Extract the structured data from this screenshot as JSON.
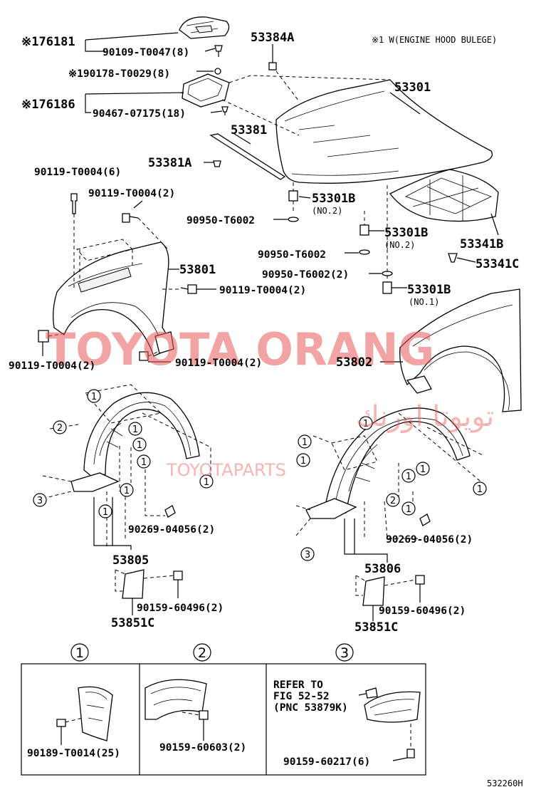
{
  "labels": {
    "p176181": "※176181",
    "p90109": "90109-T0047(8)",
    "p190178": "※190178-T0029(8)",
    "p176186": "※176186",
    "p90467": "90467-07175(18)",
    "p53384A": "53384A",
    "note1": "※1 W(ENGINE HOOD BULEGE)",
    "p53301": "53301",
    "p53381": "53381",
    "p53381A": "53381A",
    "p90119a": "90119-T0004(6)",
    "p90119b": "90119-T0004(2)",
    "p53301B_a": "53301B",
    "no2_a": "(NO.2)",
    "p90950a": "90950-T6002",
    "p53301B_b": "53301B",
    "no2_b": "(NO.2)",
    "p53341B": "53341B",
    "p90950b": "90950-T6002",
    "p53341C": "53341C",
    "p90950c": "90950-T6002(2)",
    "p53801": "53801",
    "p53301B_c": "53301B",
    "no1": "(NO.1)",
    "p90119c": "90119-T0004(2)",
    "p90119d": "90119-T0004(2)",
    "p90119e": "90119-T0004(2)",
    "p53802": "53802",
    "p90269a": "90269-04056(2)",
    "p53805": "53805",
    "p90269b": "90269-04056(2)",
    "p53806": "53806",
    "p90159a": "90159-60496(2)",
    "p53851Ca": "53851C",
    "p90159b": "90159-60496(2)",
    "p53851Cb": "53851C",
    "refer1": "REFER TO",
    "refer2": "FIG 52-52",
    "refer3": "(PNC 53879K)",
    "p90189": "90189-T0014(25)",
    "p90159c": "90159-60603(2)",
    "p90159d": "90159-60217(6)",
    "fig": "532260H"
  },
  "markers": {
    "one": "1",
    "two": "2",
    "three": "3"
  },
  "watermark": {
    "main": "TOYOTA ORANG",
    "arabic": "تويوتا اورنك",
    "parts": "TOYOTAPARTS"
  },
  "colors": {
    "watermark": "#e85a5a",
    "line": "#000000"
  }
}
